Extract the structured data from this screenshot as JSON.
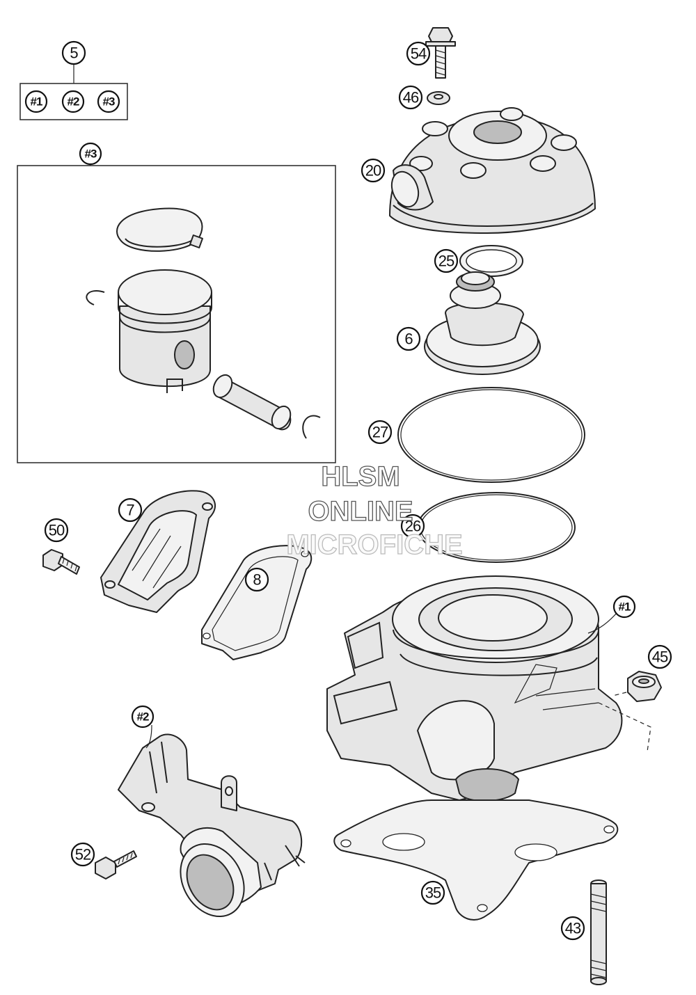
{
  "callouts": {
    "c5": "5",
    "k1": "#1",
    "k2": "#2",
    "k3": "#3",
    "k3_top": "#3",
    "c54": "54",
    "c46": "46",
    "c20": "20",
    "c25": "25",
    "c6": "6",
    "c27": "27",
    "c26": "26",
    "c7": "7",
    "c50": "50",
    "c8": "8",
    "k1_cyl": "#1",
    "c45": "45",
    "k2_man": "#2",
    "c52": "52",
    "c35": "35",
    "c43": "43"
  },
  "watermark": {
    "line1": "HLSM",
    "line2": "ONLINE",
    "line3": "MICROFICHE"
  },
  "colors": {
    "line": "#222222",
    "fill": "#e6e6e6",
    "background": "#ffffff"
  }
}
